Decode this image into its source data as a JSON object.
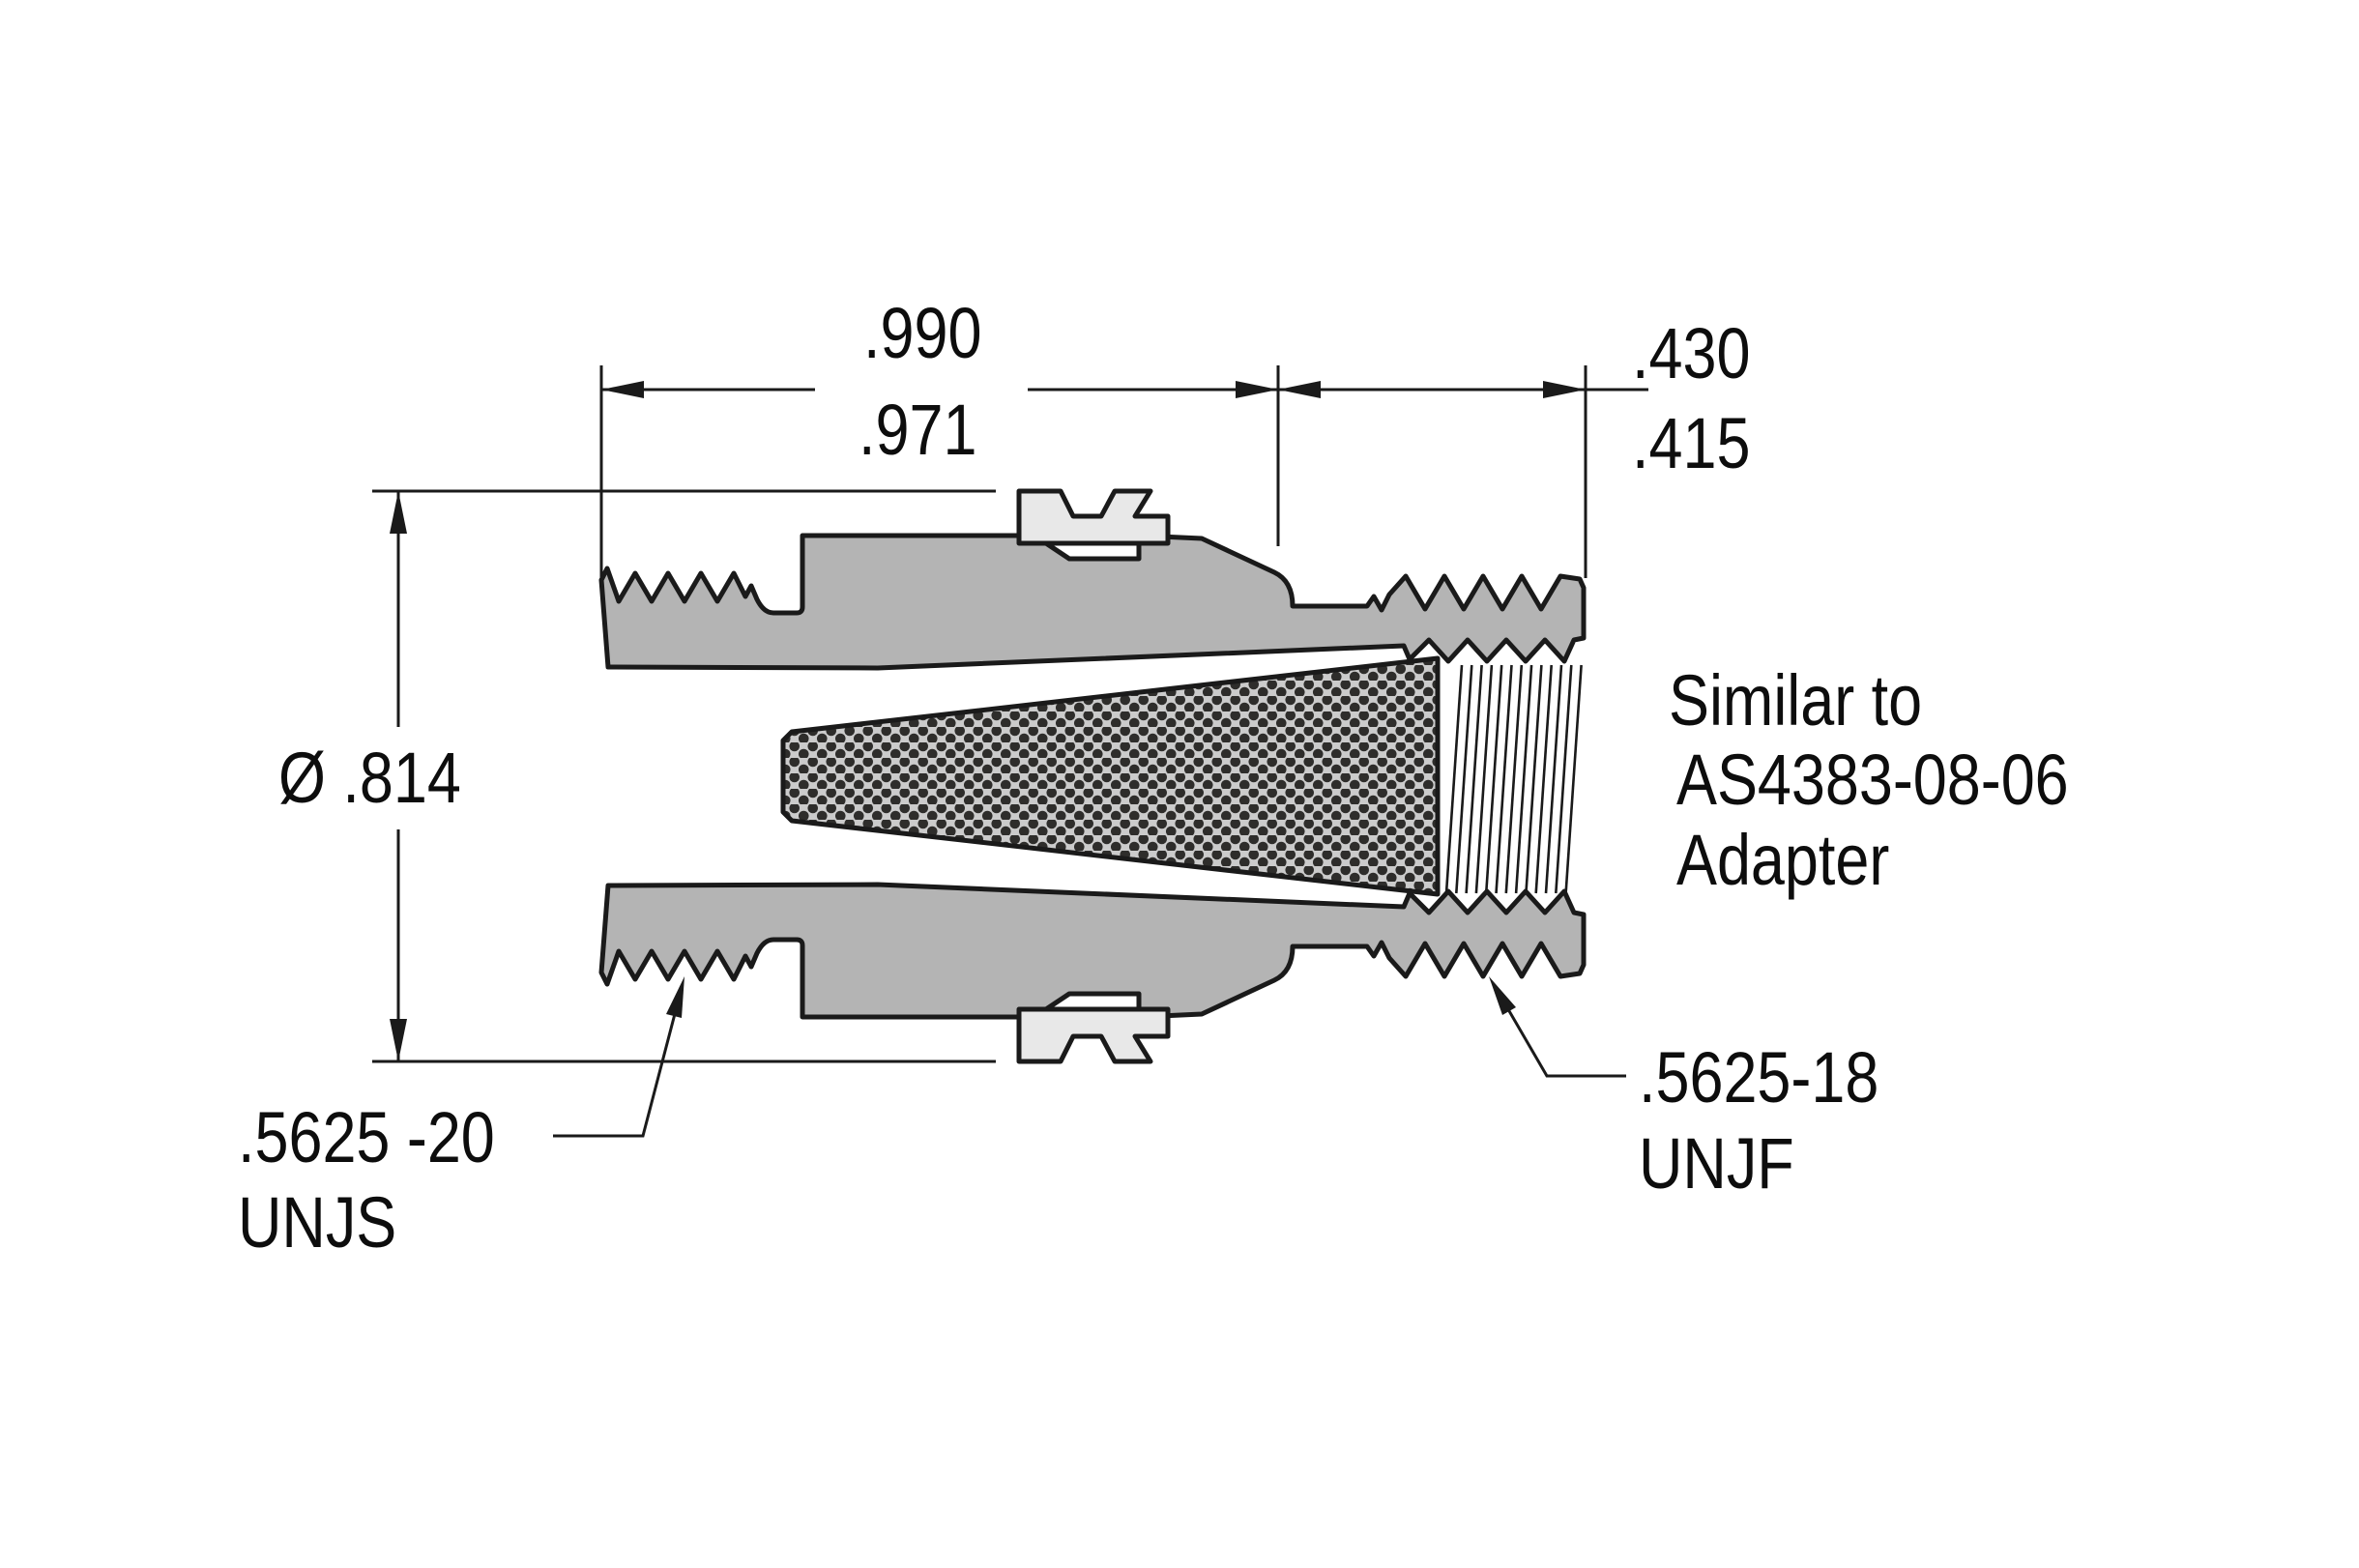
{
  "drawing": {
    "title_note": {
      "line1": "Similar to",
      "line2": "AS4383-08-06",
      "line3": "Adapter"
    },
    "dimensions": {
      "body_length_upper": ".990",
      "body_length_lower": ".971",
      "nut_length_upper": ".430",
      "nut_length_lower": ".415",
      "diameter": "Ø .814"
    },
    "thread_callouts": {
      "left_line1": ".5625 -20",
      "left_line2": "UNJS",
      "right_line1": ".5625-18",
      "right_line2": "UNJF"
    },
    "colors": {
      "outline": "#1a1a1a",
      "body_fill": "#b4b4b4",
      "tab_fill": "#e8e8e8",
      "mesh_background": "#cbcbcb",
      "mesh_dot": "#2e2d2b",
      "background": "#ffffff",
      "text": "#0d0d0d"
    }
  }
}
